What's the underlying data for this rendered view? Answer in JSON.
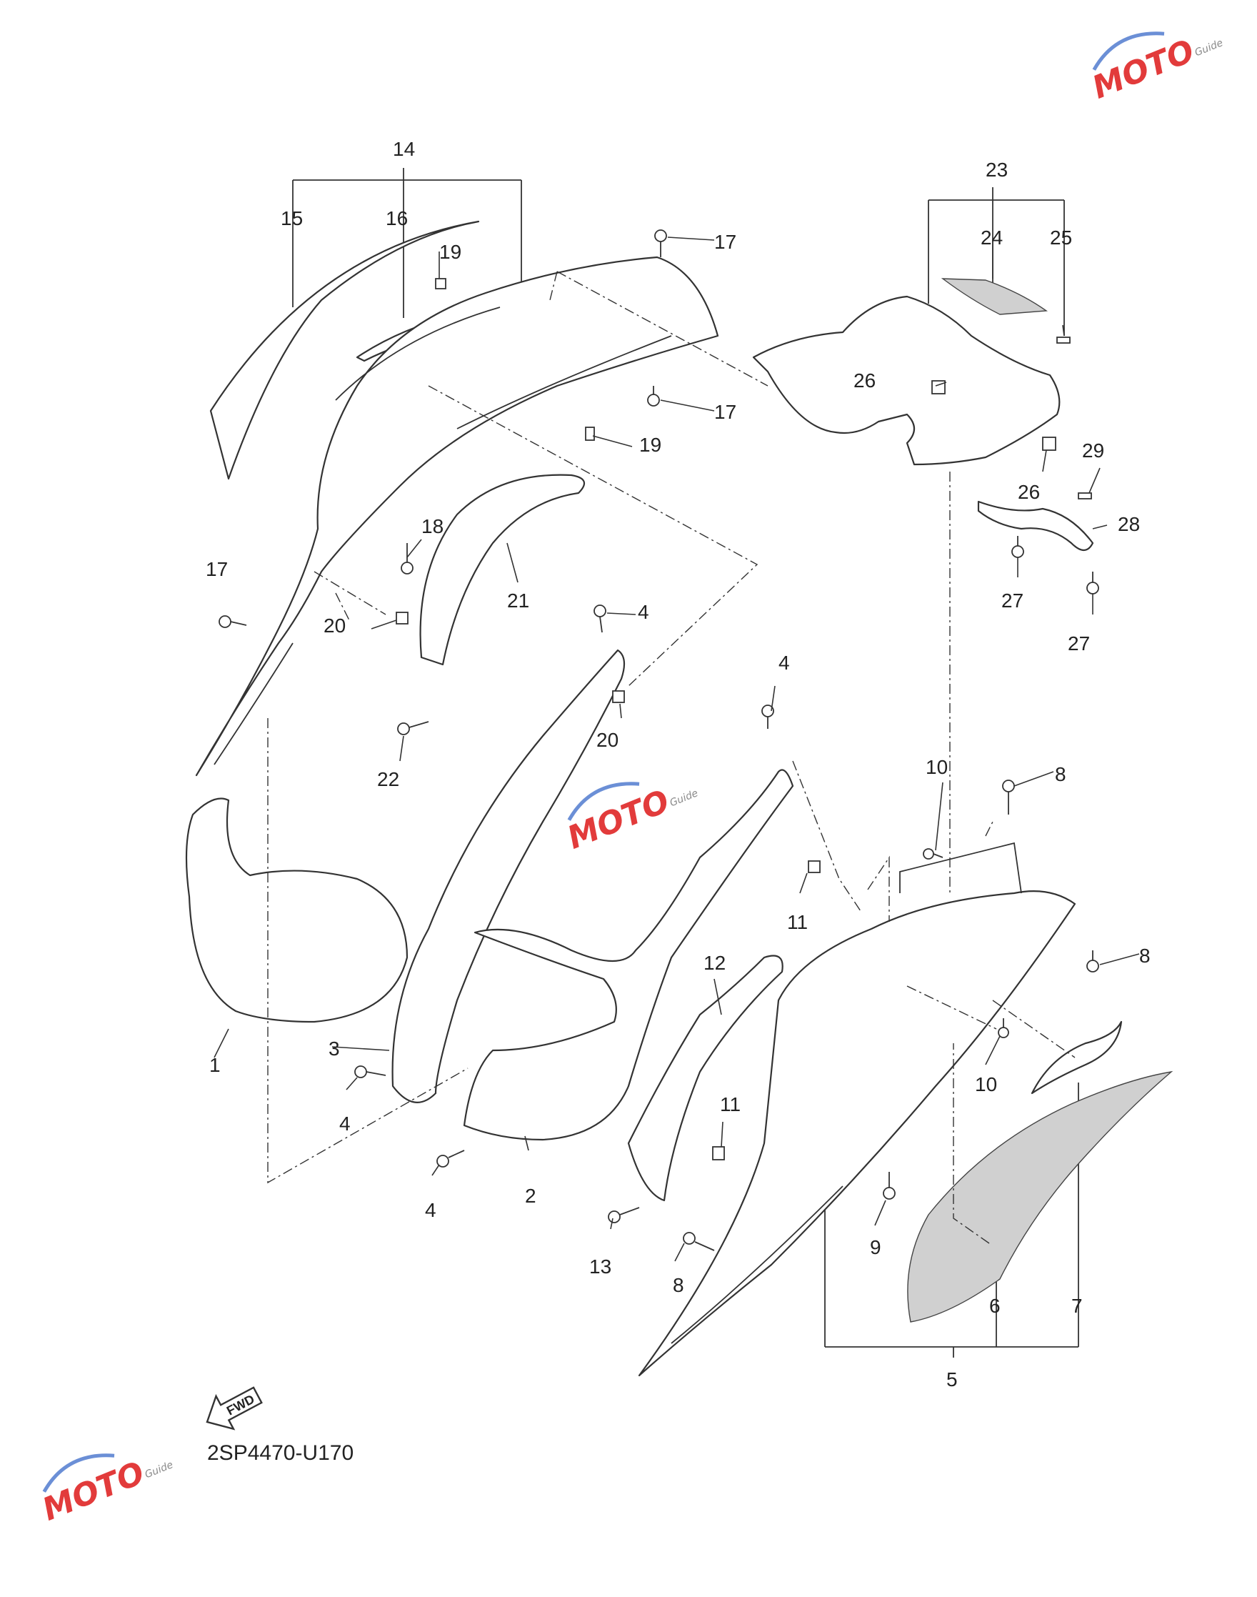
{
  "diagram": {
    "code": "2SP4470-U170",
    "fwd_badge": "FWD",
    "callouts": [
      {
        "id": "c14",
        "text": "14"
      },
      {
        "id": "c15",
        "text": "15"
      },
      {
        "id": "c16",
        "text": "16"
      },
      {
        "id": "c19a",
        "text": "19"
      },
      {
        "id": "c17a",
        "text": "17"
      },
      {
        "id": "c17b",
        "text": "17"
      },
      {
        "id": "c19b",
        "text": "19"
      },
      {
        "id": "c17c",
        "text": "17"
      },
      {
        "id": "c18",
        "text": "18"
      },
      {
        "id": "c20a",
        "text": "20"
      },
      {
        "id": "c21",
        "text": "21"
      },
      {
        "id": "c4a",
        "text": "4"
      },
      {
        "id": "c20b",
        "text": "20"
      },
      {
        "id": "c22",
        "text": "22"
      },
      {
        "id": "c23",
        "text": "23"
      },
      {
        "id": "c24",
        "text": "24"
      },
      {
        "id": "c25",
        "text": "25"
      },
      {
        "id": "c26a",
        "text": "26"
      },
      {
        "id": "c26b",
        "text": "26"
      },
      {
        "id": "c29",
        "text": "29"
      },
      {
        "id": "c28",
        "text": "28"
      },
      {
        "id": "c27a",
        "text": "27"
      },
      {
        "id": "c27b",
        "text": "27"
      },
      {
        "id": "c4b",
        "text": "4"
      },
      {
        "id": "c10a",
        "text": "10"
      },
      {
        "id": "c8a",
        "text": "8"
      },
      {
        "id": "c11a",
        "text": "11"
      },
      {
        "id": "c8b",
        "text": "8"
      },
      {
        "id": "c12",
        "text": "12"
      },
      {
        "id": "c1",
        "text": "1"
      },
      {
        "id": "c3",
        "text": "3"
      },
      {
        "id": "c4c",
        "text": "4"
      },
      {
        "id": "c10b",
        "text": "10"
      },
      {
        "id": "c11b",
        "text": "11"
      },
      {
        "id": "c4d",
        "text": "4"
      },
      {
        "id": "c2",
        "text": "2"
      },
      {
        "id": "c9",
        "text": "9"
      },
      {
        "id": "c13",
        "text": "13"
      },
      {
        "id": "c8c",
        "text": "8"
      },
      {
        "id": "c6",
        "text": "6"
      },
      {
        "id": "c7",
        "text": "7"
      },
      {
        "id": "c5",
        "text": "5"
      }
    ]
  },
  "watermark": {
    "text": "MOTO",
    "subtext": "Guide",
    "colors": {
      "red": "#e23b3b",
      "blue": "#6b8fd6",
      "gray": "#8a8a8a"
    }
  }
}
